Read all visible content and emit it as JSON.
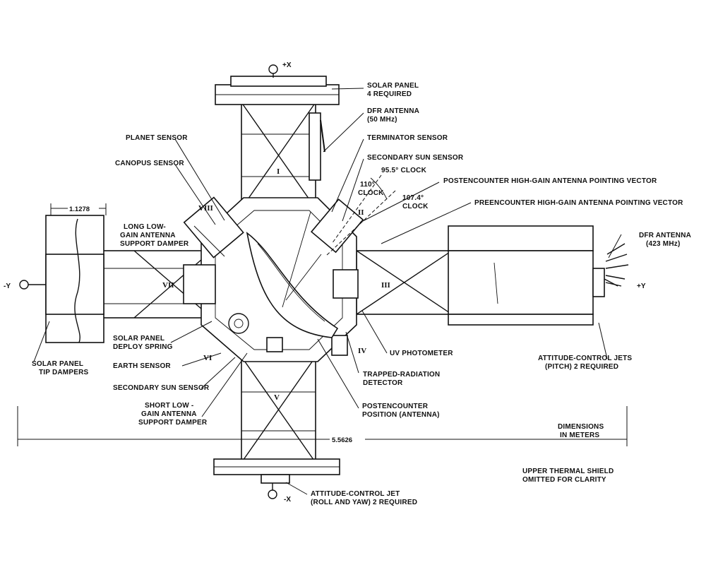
{
  "axes": {
    "plus_x": "+X",
    "minus_x": "-X",
    "plus_y": "+Y",
    "minus_y": "-Y"
  },
  "roman": {
    "I": "I",
    "II": "II",
    "III": "III",
    "IV": "IV",
    "V": "V",
    "VI": "VI",
    "VII": "VII",
    "VIII": "VIII"
  },
  "labels": {
    "solar_panel_1": "SOLAR PANEL",
    "solar_panel_2": "4 REQUIRED",
    "dfr_antenna_50_1": "DFR ANTENNA",
    "dfr_antenna_50_2": "(50 MHz)",
    "planet_sensor": "PLANET SENSOR",
    "terminator_sensor": "TERMINATOR SENSOR",
    "canopus_sensor": "CANOPUS SENSOR",
    "secondary_sun_sensor_top": "SECONDARY SUN SENSOR",
    "clock_955": "95.5° CLOCK",
    "post_hga_vector": "POSTENCOUNTER HIGH-GAIN ANTENNA POINTING VECTOR",
    "clock_110_1": "110°",
    "clock_110_2": "CLOCK",
    "clock_1074_1": "107.4°",
    "clock_1074_2": "CLOCK",
    "pre_hga_vector": "PREENCOUNTER HIGH-GAIN ANTENNA POINTING VECTOR",
    "dim_11278": "1.1278",
    "long_lga_1": "LONG LOW-",
    "long_lga_2": "GAIN ANTENNA",
    "long_lga_3": "SUPPORT DAMPER",
    "dfr_antenna_423_1": "DFR ANTENNA",
    "dfr_antenna_423_2": "(423 MHz)",
    "solar_deploy_1": "SOLAR PANEL",
    "solar_deploy_2": "DEPLOY SPRING",
    "uv_photometer": "UV PHOTOMETER",
    "attitude_pitch_1": "ATTITUDE-CONTROL JETS",
    "attitude_pitch_2": "(PITCH) 2 REQUIRED",
    "tip_dampers_1": "SOLAR PANEL",
    "tip_dampers_2": "TIP DAMPERS",
    "earth_sensor": "EARTH SENSOR",
    "trapped_1": "TRAPPED-RADIATION",
    "trapped_2": "DETECTOR",
    "secondary_sun_sensor_bottom": "SECONDARY SUN SENSOR",
    "short_lga_1": "SHORT LOW -",
    "short_lga_2": "GAIN ANTENNA",
    "short_lga_3": "SUPPORT DAMPER",
    "postencounter_pos_1": "POSTENCOUNTER",
    "postencounter_pos_2": "POSITION (ANTENNA)",
    "dimensions_1": "DIMENSIONS",
    "dimensions_2": "IN METERS",
    "dim_55626": "5.5626",
    "upper_shield_1": "UPPER THERMAL SHIELD",
    "upper_shield_2": "OMITTED FOR CLARITY",
    "attitude_roll_1": "ATTITUDE-CONTROL JET",
    "attitude_roll_2": "(ROLL AND YAW)  2 REQUIRED"
  }
}
